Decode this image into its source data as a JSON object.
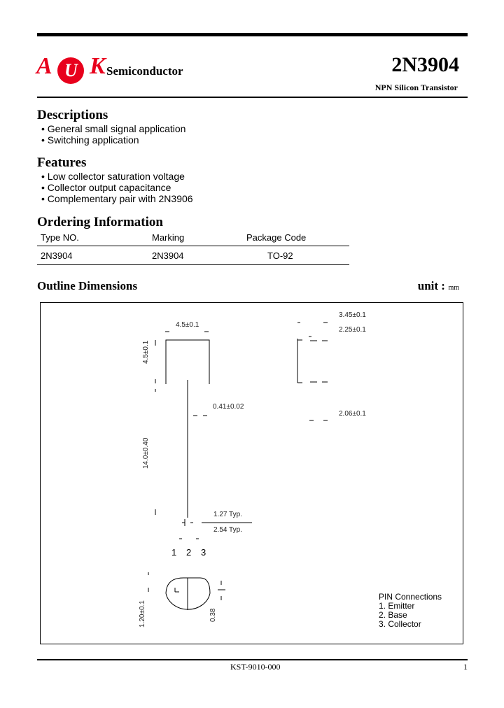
{
  "header": {
    "logo_letters": [
      "A",
      "U",
      "K"
    ],
    "logo_text": "Semiconductor",
    "part_number": "2N3904",
    "subtitle": "NPN Silicon Transistor"
  },
  "descriptions": {
    "title": "Descriptions",
    "items": [
      "General small signal application",
      "Switching application"
    ]
  },
  "features": {
    "title": "Features",
    "items": [
      "Low collector saturation voltage",
      "Collector output capacitance",
      "Complementary pair with 2N3906"
    ]
  },
  "ordering": {
    "title": "Ordering Information",
    "headers": [
      "Type NO.",
      "Marking",
      "Package Code"
    ],
    "rows": [
      [
        "2N3904",
        "2N3904",
        "TO-92"
      ]
    ]
  },
  "outline": {
    "title": "Outline Dimensions",
    "unit_label": "unit :",
    "unit_value": "mm",
    "dimensions": {
      "body_width": "4.5±0.1",
      "body_height": "4.5±0.1",
      "lead_length": "14.0±0.40",
      "lead_width": "0.41±0.02",
      "pitch_typ": "1.27 Typ.",
      "span_typ": "2.54 Typ.",
      "side_width": "3.45±0.1",
      "side_inner": "2.25±0.1",
      "side_lead": "2.06±0.1",
      "bottom_height": "1.20±0.1",
      "bottom_thickness": "0.38"
    },
    "pin_numbers": [
      "1",
      "2",
      "3"
    ],
    "pin_connections": {
      "title": "PIN Connections",
      "items": [
        "1. Emitter",
        "2. Base",
        "3. Collector"
      ]
    }
  },
  "footer": {
    "doc_code": "KST-9010-000",
    "page": "1"
  }
}
